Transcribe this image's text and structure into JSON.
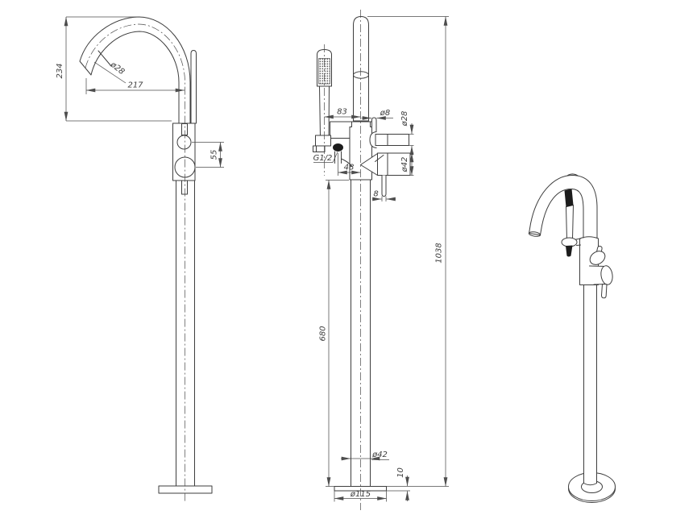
{
  "meta": {
    "background": "#ffffff",
    "line_color": "#3d3d3d",
    "dimension_color": "#4d4d4d",
    "dark_fill": "#1c1c1c",
    "drawing_type": "freestanding bath mixer with hand shower — dimensioned technical drawing",
    "views": [
      "side-view",
      "front-view",
      "perspective-view"
    ]
  },
  "dims": {
    "side_height": "234",
    "side_spout_dia": "ø28",
    "side_reach": "217",
    "side_ctrl_spacing": "55",
    "front_shower_offset": "83",
    "front_pin_dia": "ø8",
    "front_knob_dia": "ø28",
    "front_thread": "G1/2",
    "front_hose_offset": "48",
    "front_handle_dia": "ø42",
    "front_lever_dia": "8",
    "front_column_height": "680",
    "front_total_height": "1038",
    "front_column_dia": "ø42",
    "front_base_thk": "10",
    "front_base_dia": "ø115"
  }
}
